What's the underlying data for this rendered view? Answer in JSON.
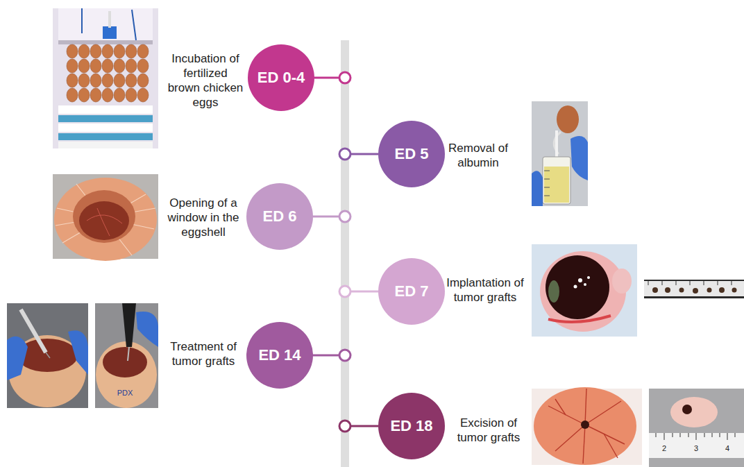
{
  "diagram": {
    "nodes": [
      {
        "text": [
          "ED 0-4"
        ]
      },
      {
        "text": [
          "ED 5"
        ]
      },
      {
        "text": [
          "ED 6"
        ]
      },
      {
        "text": [
          "ED 7"
        ]
      },
      {
        "text": [
          "ED 14"
        ]
      },
      {
        "text": [
          "ED 18"
        ]
      }
    ],
    "labels": [
      "Incubation of fertilized brown chicken eggs",
      "Removal of albumin",
      "Opening of a window in the eggshell",
      "Implantation of tumor grafts",
      "Treatment of tumor grafts",
      "PDX",
      "Excision of tumor grafts",
      "2",
      "3",
      "4"
    ]
  }
}
